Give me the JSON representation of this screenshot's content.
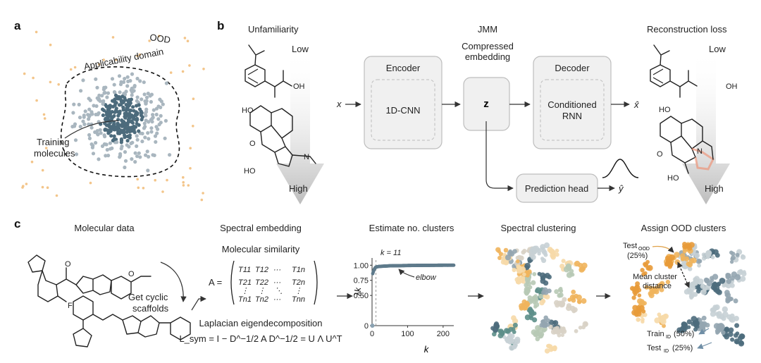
{
  "panel_a": {
    "letter": "a",
    "ood_label": "OOD",
    "domain_label": "Applicability domain",
    "training_label_line1": "Training",
    "training_label_line2": "molecules",
    "colors": {
      "ood": "#f3c58a",
      "train_dark": "#4c6b7c",
      "train_light": "#a9b6bf"
    }
  },
  "panel_b": {
    "letter": "b",
    "unfamiliarity": "Unfamiliarity",
    "low_left": "Low",
    "high_left": "High",
    "x_in": "x",
    "encoder_title": "Encoder",
    "encoder_inner": "1D-CNN",
    "jmm": "JMM",
    "compressed_line1": "Compressed",
    "compressed_line2": "embedding",
    "z": "z",
    "decoder_title": "Decoder",
    "decoder_inner_line1": "Conditioned",
    "decoder_inner_line2": "RNN",
    "x_hat": "x̂",
    "prediction_head": "Prediction head",
    "y_hat": "ŷ",
    "reconstruction_loss": "Reconstruction loss",
    "low_right": "Low",
    "high_right": "High",
    "atoms": {
      "oh": "OH",
      "ho": "HO",
      "o": "O",
      "n": "N"
    }
  },
  "panel_c": {
    "letter": "c",
    "molecular_data": "Molecular data",
    "get_cyclic_line1": "Get cyclic",
    "get_cyclic_line2": "scaffolds",
    "atom_f": "F",
    "atom_o": "O",
    "spectral_embedding": "Spectral embedding",
    "molecular_similarity": "Molecular similarity",
    "matrix_a": "A =",
    "laplacian": "Laplacian eigendecomposition",
    "lsym_formula": "L_sym = I − D^−1/2 A D^−1/2 = U Λ U^T",
    "estimate_clusters": "Estimate no. clusters",
    "k_equals": "k = 11",
    "elbow": "elbow",
    "xlabel": "k",
    "ylabel": "λk",
    "spectral_clustering": "Spectral clustering",
    "assign_ood": "Assign OOD clusters",
    "test_ood": "Test",
    "test_ood_sub": "OOD",
    "test_ood_pct": "(25%)",
    "mean_cluster_line1": "Mean cluster",
    "mean_cluster_line2": "distance",
    "train_id": "Train",
    "train_id_sub": "ID",
    "train_id_pct": "(50%)",
    "test_id": "Test",
    "test_id_sub": "ID",
    "test_id_pct": "(25%)",
    "cluster_colors": [
      "#4c6b7c",
      "#93a5b0",
      "#c7d0d5",
      "#f0b45c",
      "#e89b3a",
      "#f6d9a8",
      "#d8d2c5",
      "#b7c9b5",
      "#5d8f8a"
    ]
  },
  "chart_data": {
    "type": "line",
    "x_ticks": [
      0,
      100,
      200
    ],
    "y_ticks": [
      "0",
      "0.50",
      "0.75",
      "1.00"
    ],
    "xlim": [
      0,
      230
    ],
    "ylim": [
      0,
      1.05
    ],
    "xlabel": "k",
    "ylabel": "λk",
    "marker": {
      "k": 11,
      "label": "k = 11",
      "annotation": "elbow"
    },
    "series": [
      {
        "x": [
          1,
          2,
          4,
          6,
          8,
          11,
          20,
          50,
          100,
          150,
          200,
          230
        ],
        "values": [
          0.0,
          0.86,
          0.9,
          0.93,
          0.95,
          0.97,
          0.98,
          0.99,
          0.995,
          0.998,
          1.0,
          1.0
        ]
      }
    ]
  }
}
